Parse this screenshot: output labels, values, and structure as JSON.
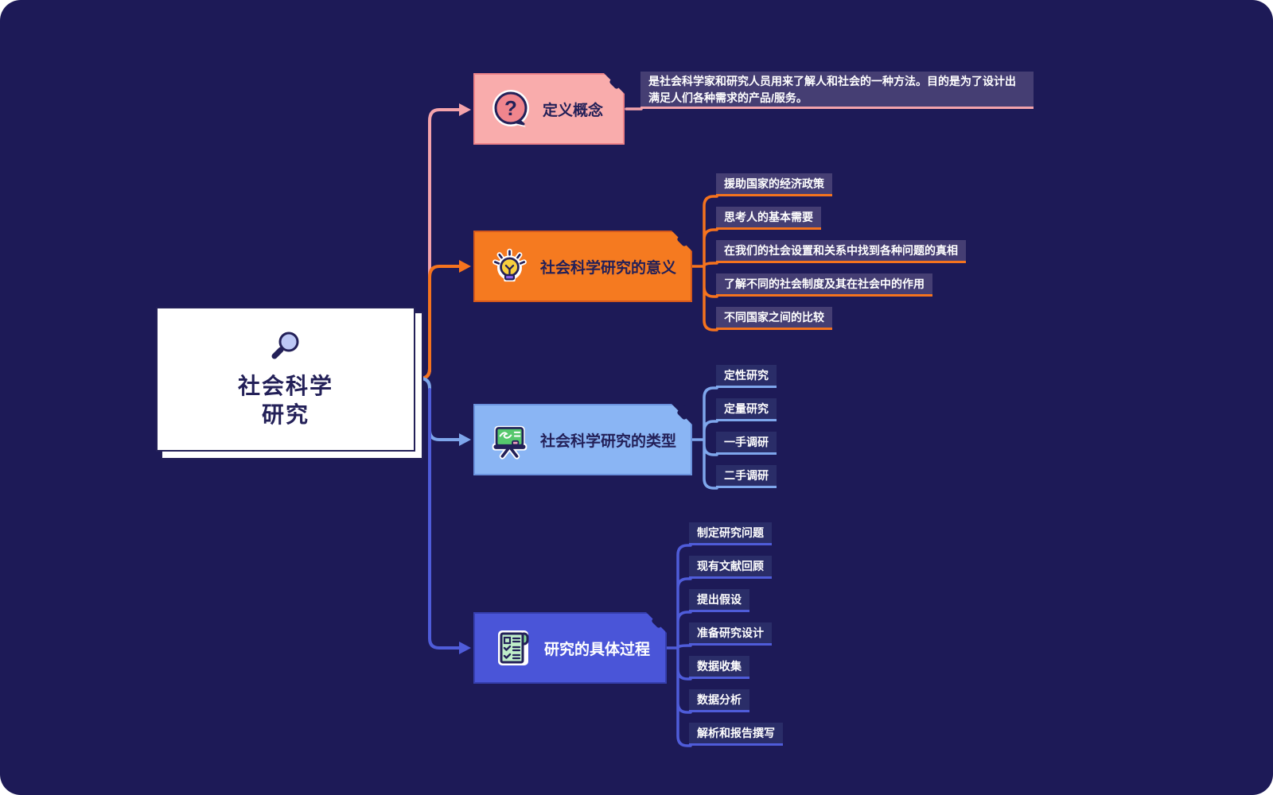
{
  "theme": {
    "canvas_bg": "#1d1a57",
    "ink": "#232058",
    "pink": "#f4a3ab",
    "orange": "#f5731e",
    "blue": "#7ea6ec",
    "indigo": "#4f5cd9",
    "chip_purple_bg": "#453e73",
    "chip_navy_bg": "#2a2d68"
  },
  "root": {
    "icon": "magnifier-icon",
    "title_line1": "社会科学",
    "title_line2": "研究"
  },
  "branches": [
    {
      "icon": "question-bubble-icon",
      "label": "定义概念",
      "color": "#f4a3ab",
      "note": "是社会科学家和研究人员用来了解人和社会的一种方法。目的是为了设计出满足人们各种需求的产品/服务。",
      "items": []
    },
    {
      "icon": "lightbulb-icon",
      "label": "社会科学研究的意义",
      "color": "#f5731e",
      "items": [
        "援助国家的经济政策",
        "思考人的基本需要",
        "在我们的社会设置和关系中找到各种问题的真相",
        "了解不同的社会制度及其在社会中的作用",
        "不同国家之间的比较"
      ]
    },
    {
      "icon": "blackboard-icon",
      "label": "社会科学研究的类型",
      "color": "#7ea6ec",
      "items": [
        "定性研究",
        "定量研究",
        "一手调研",
        "二手调研"
      ]
    },
    {
      "icon": "checklist-icon",
      "label": "研究的具体过程",
      "color": "#4f5cd9",
      "items": [
        "制定研究问题",
        "现有文献回顾",
        "提出假设",
        "准备研究设计",
        "数据收集",
        "数据分析",
        "解析和报告撰写"
      ]
    }
  ]
}
